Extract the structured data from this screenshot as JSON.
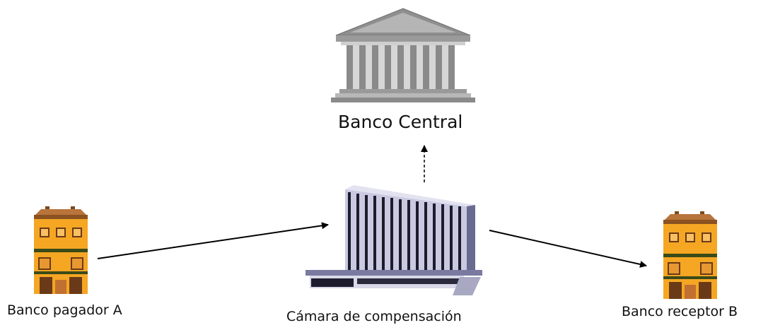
{
  "diagram": {
    "nodes": {
      "central": {
        "label": "Banco Central",
        "icon": "central-bank-icon"
      },
      "pagador": {
        "label": "Banco pagador A",
        "icon": "townhouse-icon"
      },
      "camara": {
        "label": "Cámara de compensación",
        "icon": "office-building-icon"
      },
      "receptor": {
        "label": "Banco receptor B",
        "icon": "townhouse-icon"
      }
    },
    "edges": [
      {
        "from": "pagador",
        "to": "camara",
        "style": "solid"
      },
      {
        "from": "camara",
        "to": "receptor",
        "style": "solid"
      },
      {
        "from": "camara",
        "to": "central",
        "style": "dashed"
      }
    ],
    "colors": {
      "central_bank": "#8a8a8a",
      "house_wall": "#f5a623",
      "house_roof": "#b8743a",
      "building_face": "#c8c8e0",
      "building_dark": "#1a1a2a",
      "arrow": "#000000"
    }
  }
}
